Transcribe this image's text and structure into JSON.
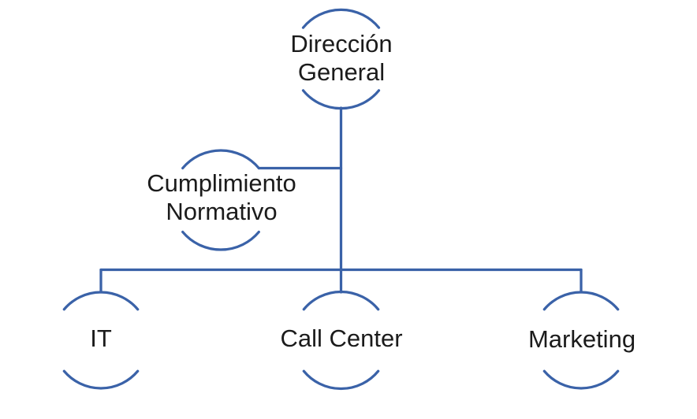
{
  "diagram": {
    "type": "org-chart",
    "colors": {
      "line": "#3a62a8",
      "text": "#1b1b1b",
      "background": "#ffffff"
    },
    "nodes": [
      {
        "id": "direccion-general",
        "label": "Dirección General",
        "lines": [
          "Dirección",
          "General"
        ]
      },
      {
        "id": "cumplimiento-normativo",
        "label": "Cumplimiento Normativo",
        "lines": [
          "Cumplimiento",
          "Normativo"
        ]
      },
      {
        "id": "it",
        "label": "IT",
        "lines": [
          "IT"
        ]
      },
      {
        "id": "call-center",
        "label": "Call Center",
        "lines": [
          "Call Center"
        ]
      },
      {
        "id": "marketing",
        "label": "Marketing",
        "lines": [
          "Marketing"
        ]
      }
    ],
    "edges": [
      {
        "from": "direccion-general",
        "to": "cumplimiento-normativo",
        "type": "staff"
      },
      {
        "from": "direccion-general",
        "to": "it",
        "type": "reports"
      },
      {
        "from": "direccion-general",
        "to": "call-center",
        "type": "reports"
      },
      {
        "from": "direccion-general",
        "to": "marketing",
        "type": "reports"
      }
    ]
  }
}
